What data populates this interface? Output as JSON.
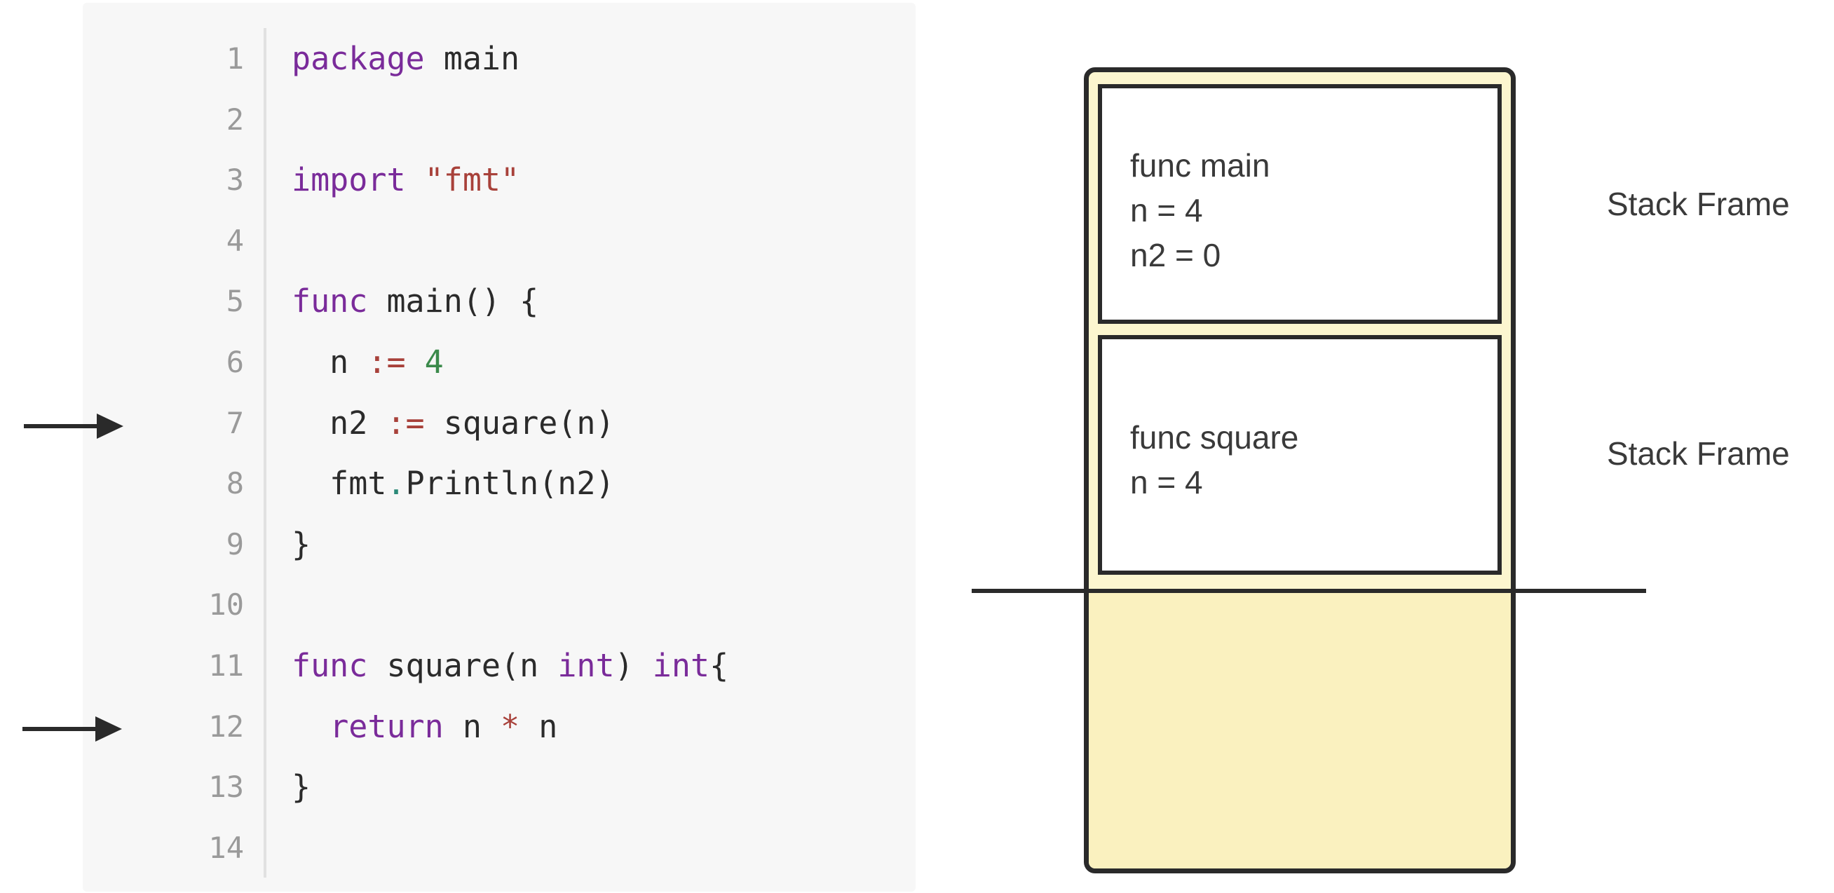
{
  "code": {
    "lines": [
      {
        "number": "1",
        "tokens": [
          {
            "text": "package",
            "kind": "keyword"
          },
          {
            "text": " main",
            "kind": "plain"
          }
        ]
      },
      {
        "number": "2",
        "tokens": []
      },
      {
        "number": "3",
        "tokens": [
          {
            "text": "import",
            "kind": "keyword"
          },
          {
            "text": " ",
            "kind": "plain"
          },
          {
            "text": "\"fmt\"",
            "kind": "string"
          }
        ]
      },
      {
        "number": "4",
        "tokens": []
      },
      {
        "number": "5",
        "tokens": [
          {
            "text": "func",
            "kind": "keyword"
          },
          {
            "text": " main() {",
            "kind": "plain"
          }
        ]
      },
      {
        "number": "6",
        "tokens": [
          {
            "text": "  n ",
            "kind": "plain"
          },
          {
            "text": ":=",
            "kind": "operator"
          },
          {
            "text": " ",
            "kind": "plain"
          },
          {
            "text": "4",
            "kind": "number"
          }
        ]
      },
      {
        "number": "7",
        "tokens": [
          {
            "text": "  n2 ",
            "kind": "plain"
          },
          {
            "text": ":=",
            "kind": "operator"
          },
          {
            "text": " square(n)",
            "kind": "plain"
          }
        ]
      },
      {
        "number": "8",
        "tokens": [
          {
            "text": "  fmt",
            "kind": "plain"
          },
          {
            "text": ".",
            "kind": "dot"
          },
          {
            "text": "Println(n2)",
            "kind": "plain"
          }
        ]
      },
      {
        "number": "9",
        "tokens": [
          {
            "text": "}",
            "kind": "plain"
          }
        ]
      },
      {
        "number": "10",
        "tokens": []
      },
      {
        "number": "11",
        "tokens": [
          {
            "text": "func",
            "kind": "keyword"
          },
          {
            "text": " square(n ",
            "kind": "plain"
          },
          {
            "text": "int",
            "kind": "keyword"
          },
          {
            "text": ") ",
            "kind": "plain"
          },
          {
            "text": "int",
            "kind": "keyword"
          },
          {
            "text": "{",
            "kind": "plain"
          }
        ]
      },
      {
        "number": "12",
        "tokens": [
          {
            "text": "  ",
            "kind": "plain"
          },
          {
            "text": "return",
            "kind": "keyword"
          },
          {
            "text": " n ",
            "kind": "plain"
          },
          {
            "text": "*",
            "kind": "operator"
          },
          {
            "text": " n",
            "kind": "plain"
          }
        ]
      },
      {
        "number": "13",
        "tokens": [
          {
            "text": "}",
            "kind": "plain"
          }
        ]
      },
      {
        "number": "14",
        "tokens": []
      }
    ],
    "arrow_lines": [
      "7",
      "12"
    ]
  },
  "stack": {
    "frames": [
      {
        "title": "func main",
        "vars": [
          "n = 4",
          "n2 = 0"
        ],
        "label": "Stack Frame"
      },
      {
        "title": "func square",
        "vars": [
          "n = 4"
        ],
        "label": "Stack Frame"
      }
    ]
  },
  "colors": {
    "keyword": "#7a2b9a",
    "string": "#a8413a",
    "number": "#3b8a4b",
    "stack_fill": "#fcf6cf",
    "outline": "#2a2a2a"
  }
}
